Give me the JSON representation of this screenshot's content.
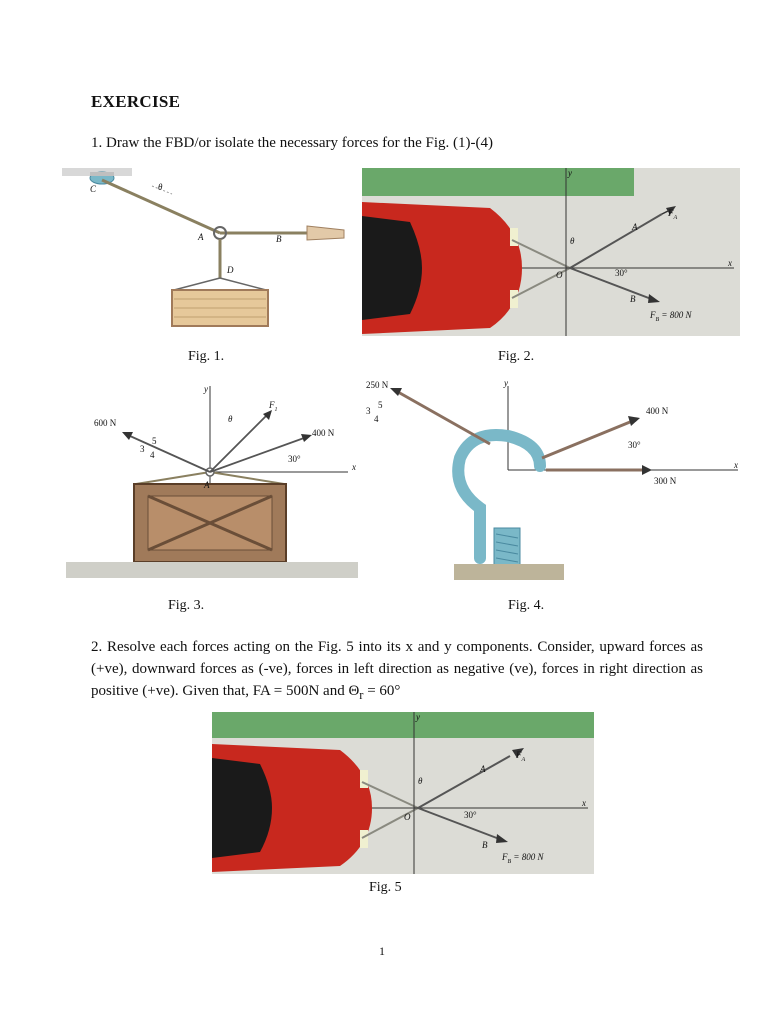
{
  "heading": "EXERCISE",
  "q1": "1. Draw the FBD/or isolate the necessary forces for the Fig. (1)-(4)",
  "q2": {
    "prefix": "2. Resolve each forces acting on the Fig. 5 into its x and y components. Consider, upward forces as (+ve), downward forces as (-ve), forces in left direction as negative (ve), forces in right direction as positive (+ve). Given that, FA = 500N and Θ",
    "sub": "r",
    "suffix": " = 60°"
  },
  "captions": {
    "fig1": "Fig. 1.",
    "fig2": "Fig. 2.",
    "fig3": "Fig. 3.",
    "fig4": "Fig. 4.",
    "fig5": "Fig. 5"
  },
  "fig1": {
    "c": "C",
    "theta": "θ",
    "a": "A",
    "b": "B",
    "d": "D"
  },
  "fig2": {
    "fa": "F",
    "fa_sub": "A",
    "a": "A",
    "b": "B",
    "o": "O",
    "theta": "θ",
    "angle": "30°",
    "fb": "F",
    "fb_sub": "B",
    "fb_value": " = 800 N",
    "x": "x",
    "y": "y"
  },
  "fig3": {
    "f600": "600 N",
    "f1": "F",
    "f1_sub": "1",
    "f400": "400 N",
    "angle": "30°",
    "theta": "θ",
    "a": "A",
    "n3": "3",
    "n4": "4",
    "n5": "5",
    "x": "x",
    "y": "y"
  },
  "fig4": {
    "f250": "250 N",
    "f400": "400 N",
    "f300": "300 N",
    "angle": "30°",
    "n3": "3",
    "n4": "4",
    "n5": "5",
    "y": "y",
    "x": "x"
  },
  "fig5": {
    "fa": "F",
    "fa_sub": "A",
    "a": "A",
    "b": "B",
    "o": "O",
    "theta": "θ",
    "angle": "30°",
    "fb": "F",
    "fb_sub": "B",
    "fb_value": " = 800 N",
    "x": "x",
    "y": "y"
  },
  "page_number": "1",
  "colors": {
    "car_red": "#c8281e",
    "ground_green": "#6aa86a",
    "hook_blue": "#7ab8c8",
    "crate_wood": "#a07a5a"
  }
}
